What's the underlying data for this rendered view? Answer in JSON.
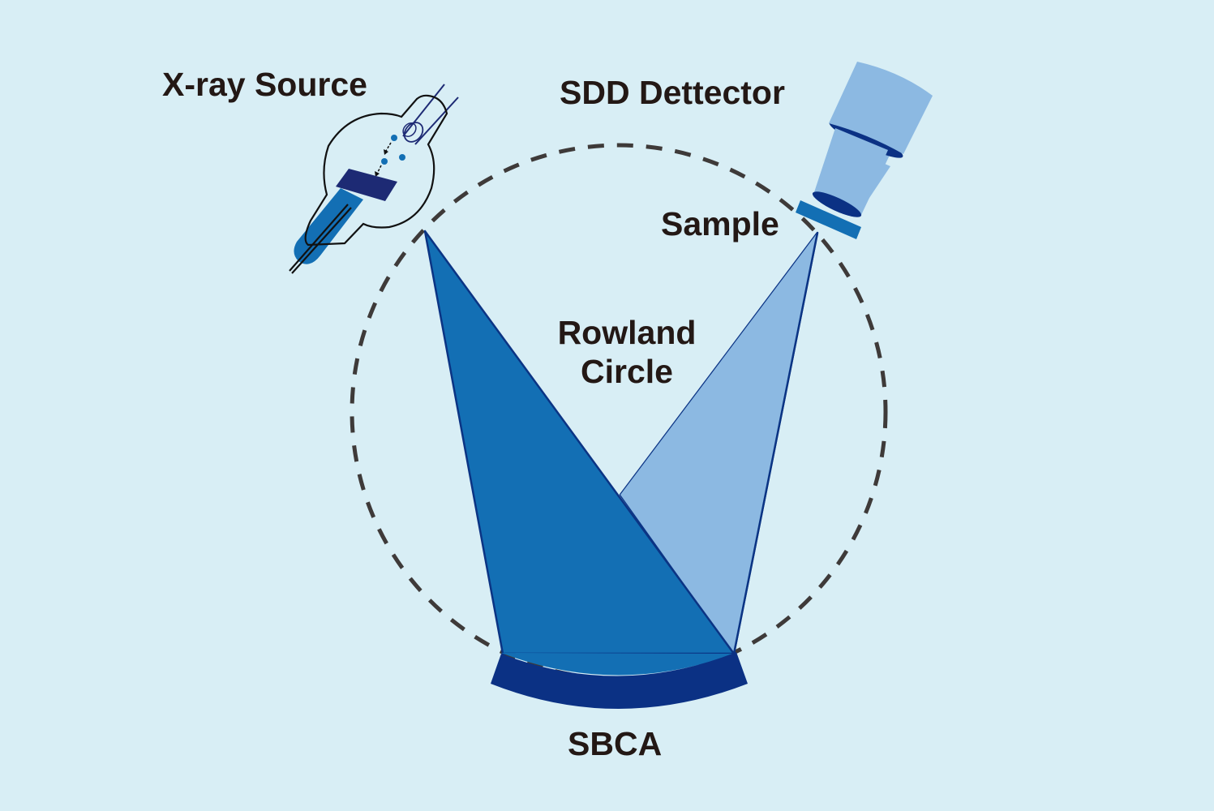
{
  "labels": {
    "xray_source": "X-ray Source",
    "detector": "SDD Dettector",
    "sample": "Sample",
    "rowland_line1": "Rowland",
    "rowland_line2": "Circle",
    "sbca": "SBCA"
  },
  "colors": {
    "background": "#d8eef5",
    "text": "#231815",
    "incident_beam": "#136fb4",
    "diffracted_beam": "#8cb9e2",
    "beam_outline": "#0b3484",
    "crystal": "#0b3184",
    "detector_body": "#8cb9e2",
    "detector_ring": "#0b3184",
    "sample_plate": "#136fb4",
    "rowland_circle": "#3e3a39",
    "tube_outline": "#111111",
    "anode": "#1d2a74",
    "cathode_wire": "#1d2a74"
  }
}
